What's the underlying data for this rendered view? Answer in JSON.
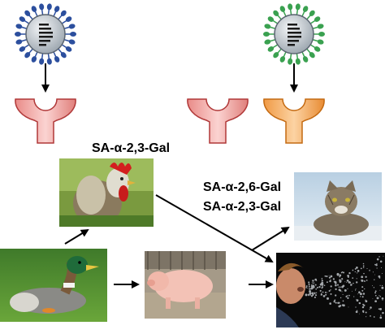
{
  "labels": {
    "avian_receptor": "SA-α-2,3-Gal",
    "human_receptor": "SA-α-2,6-Gal",
    "mixed_receptor": "SA-α-2,3-Gal"
  },
  "icons": {
    "virus_avian": "virus-icon",
    "virus_human": "virus-icon",
    "receptor": "receptor-icon"
  },
  "colors": {
    "receptor_pink_fill": "#f2a9a6",
    "receptor_pink_stroke": "#c23b3b",
    "receptor_orange_fill": "#f6b672",
    "receptor_orange_stroke": "#d07418",
    "virus_blue_spike": "#2c4f9e",
    "virus_green_spike": "#3aa150",
    "virus_core": "#cfd6dc",
    "arrow": "#000000"
  }
}
